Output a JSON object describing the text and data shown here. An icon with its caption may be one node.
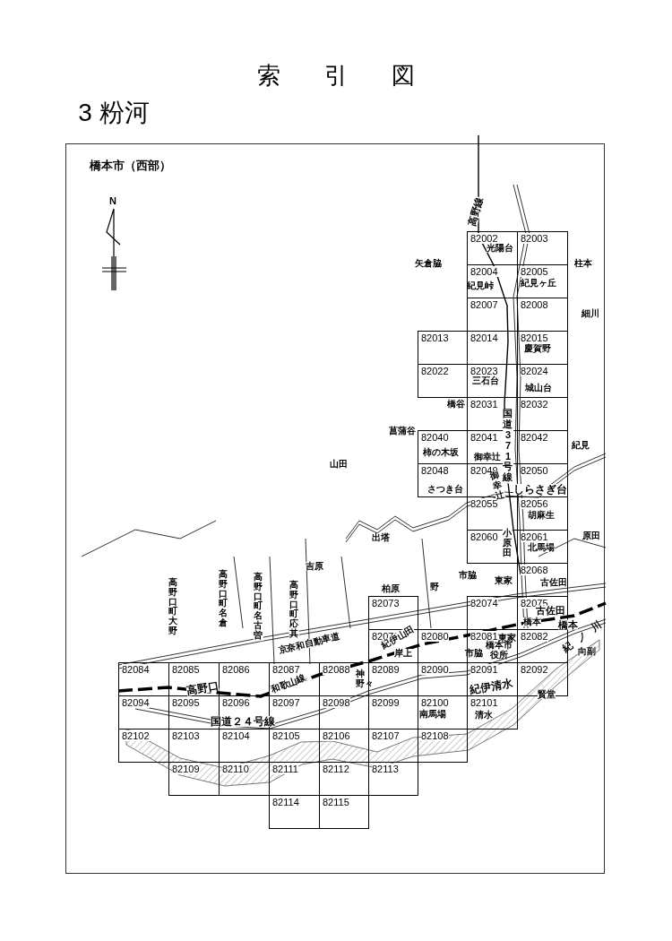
{
  "diagram": {
    "title": "索引図",
    "nodes": [
      {
        "text": [
          "橋本市（西部）"
        ]
      },
      {
        "text": [
          "82002"
        ],
        "in": 0
      },
      {
        "text": [
          "82003"
        ],
        "in": 0
      },
      {
        "text": [
          "82004"
        ],
        "in": 0
      },
      {
        "text": [
          "82005"
        ],
        "in": 0
      },
      {
        "text": [
          "82007"
        ],
        "in": 0
      },
      {
        "text": [
          "82008"
        ],
        "in": 0
      },
      {
        "text": [
          "82013"
        ],
        "in": 0
      },
      {
        "text": [
          "82014"
        ],
        "in": 0
      },
      {
        "text": [
          "82015"
        ],
        "in": 0
      },
      {
        "text": [
          "82022"
        ],
        "in": 0
      },
      {
        "text": [
          "82023"
        ],
        "in": 0
      },
      {
        "text": [
          "82024"
        ],
        "in": 0
      },
      {
        "text": [
          "82031"
        ],
        "in": 0
      },
      {
        "text": [
          "82032"
        ],
        "in": 0
      },
      {
        "text": [
          "82040"
        ],
        "in": 0
      },
      {
        "text": [
          "82041"
        ],
        "in": 0
      },
      {
        "text": [
          "82042"
        ],
        "in": 0
      },
      {
        "text": [
          "82048"
        ],
        "in": 0
      },
      {
        "text": [
          "82049"
        ],
        "in": 0
      },
      {
        "text": [
          "82050"
        ],
        "in": 0
      },
      {
        "text": [
          "82055"
        ],
        "in": 0
      },
      {
        "text": [
          "82056"
        ],
        "in": 0
      },
      {
        "text": [
          "82060"
        ],
        "in": 0
      },
      {
        "text": [
          "82061"
        ],
        "in": 0
      },
      {
        "text": [
          "82068"
        ],
        "in": 0
      },
      {
        "text": [
          "82073"
        ],
        "in": 0
      },
      {
        "text": [
          "82074"
        ],
        "in": 0
      },
      {
        "text": [
          "82075"
        ],
        "in": 0
      },
      {
        "text": [
          "82079"
        ],
        "in": 0
      },
      {
        "text": [
          "82080"
        ],
        "in": 0
      },
      {
        "text": [
          "82081"
        ],
        "in": 0
      },
      {
        "text": [
          "82082"
        ],
        "in": 0
      },
      {
        "text": [
          "82084"
        ],
        "in": 0
      },
      {
        "text": [
          "82085"
        ],
        "in": 0
      },
      {
        "text": [
          "82086"
        ],
        "in": 0
      },
      {
        "text": [
          "82087"
        ],
        "in": 0
      },
      {
        "text": [
          "82088"
        ],
        "in": 0
      },
      {
        "text": [
          "82089"
        ],
        "in": 0
      },
      {
        "text": [
          "82090"
        ],
        "in": 0
      },
      {
        "text": [
          "82091"
        ],
        "in": 0
      },
      {
        "text": [
          "82092"
        ],
        "in": 0
      },
      {
        "text": [
          "82094"
        ],
        "in": 0
      },
      {
        "text": [
          "82095"
        ],
        "in": 0
      },
      {
        "text": [
          "82096"
        ],
        "in": 0
      },
      {
        "text": [
          "82097"
        ],
        "in": 0
      },
      {
        "text": [
          "82098"
        ],
        "in": 0
      },
      {
        "text": [
          "82099"
        ],
        "in": 0
      },
      {
        "text": [
          "82100"
        ],
        "in": 0
      },
      {
        "text": [
          "82101"
        ],
        "in": 0
      },
      {
        "text": [
          "82102"
        ],
        "in": 0
      },
      {
        "text": [
          "82103"
        ],
        "in": 0
      },
      {
        "text": [
          "82104"
        ],
        "in": 0
      },
      {
        "text": [
          "82105"
        ],
        "in": 0
      },
      {
        "text": [
          "82106"
        ],
        "in": 0
      },
      {
        "text": [
          "82107"
        ],
        "in": 0
      },
      {
        "text": [
          "82108"
        ],
        "in": 0
      },
      {
        "text": [
          "82109"
        ],
        "in": 0
      },
      {
        "text": [
          "82110"
        ],
        "in": 0
      },
      {
        "text": [
          "82111"
        ],
        "in": 0
      },
      {
        "text": [
          "82112"
        ],
        "in": 0
      },
      {
        "text": [
          "82113"
        ],
        "in": 0
      },
      {
        "text": [
          "82114"
        ],
        "in": 0
      },
      {
        "text": [
          "82115"
        ],
        "in": 0
      }
    ],
    "labels": [
      "3 粉河",
      "N",
      "高野線",
      "光陽台",
      "矢倉脇",
      "柱本",
      "紀見峠",
      "紀見ヶ丘",
      "細川",
      "慶賀野",
      "三石台",
      "城山台",
      "橋谷",
      "菖蒲谷",
      "国道371号線",
      "紀見",
      "柿の木坂",
      "御幸辻",
      "御幸辻",
      "さつき台",
      "しらさぎ台",
      "山田",
      "胡麻生",
      "小原田",
      "北馬場",
      "原田",
      "出塔",
      "吉原",
      "市脇",
      "東家",
      "古佐田",
      "柏原",
      "野",
      "高野口町大野",
      "高野口町名倉",
      "高野口町名古曽",
      "高野口町応其",
      "古佐田",
      "橋本",
      "橋本",
      "東家",
      "紀ノ川",
      "紀伊山田",
      "京奈和自動車道",
      "向副",
      "岸上",
      "市脇",
      "橋本市役所",
      "神野々",
      "和歌山線",
      "紀伊清水",
      "高野口",
      "賢堂",
      "南馬場",
      "清水",
      "国道２４号線"
    ]
  }
}
